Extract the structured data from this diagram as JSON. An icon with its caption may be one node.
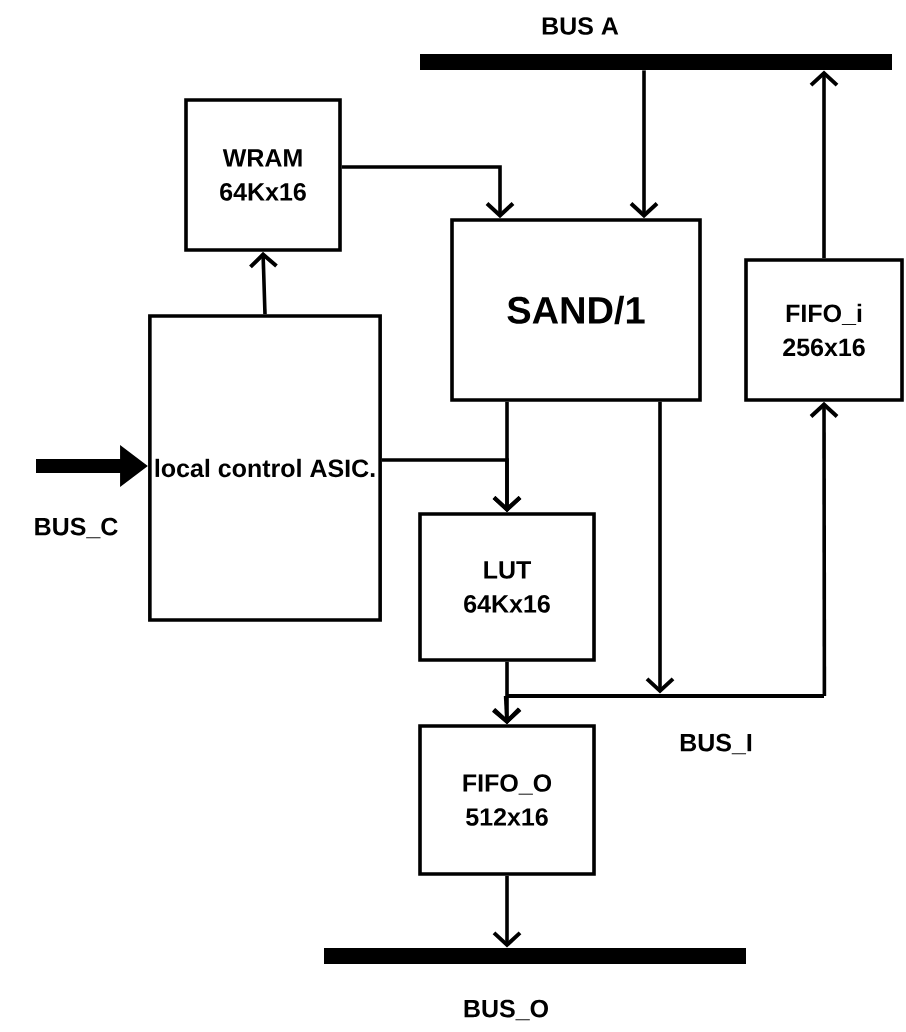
{
  "diagram": {
    "nodes": [
      {
        "text": [
          "BUS A"
        ]
      },
      {
        "text": [
          "WRAM",
          "64Kx16"
        ]
      },
      {
        "text": [
          "SAND/1"
        ]
      },
      {
        "text": [
          "FIFO_i",
          "256x16"
        ]
      },
      {
        "text": [
          "local control ASIC."
        ]
      },
      {
        "text": [
          "LUT",
          "64Kx16"
        ]
      },
      {
        "text": [
          "BUS_I"
        ]
      },
      {
        "text": [
          "FIFO_O",
          "512x16"
        ]
      },
      {
        "text": [
          "BUS_O"
        ]
      }
    ],
    "edges": [
      {
        "from": null,
        "to": 4,
        "arrow": "to",
        "label": "BUS_C",
        "style": "thick"
      },
      {
        "from": 4,
        "to": 1,
        "arrow": "to"
      },
      {
        "from": 1,
        "to": 2,
        "arrow": "to"
      },
      {
        "from": 0,
        "to": 2,
        "arrow": "to"
      },
      {
        "from": 3,
        "to": 0,
        "arrow": "to"
      },
      {
        "from": 2,
        "to": 5,
        "arrow": "to"
      },
      {
        "from": 4,
        "to": 5,
        "arrow": "to"
      },
      {
        "from": 2,
        "to": 6,
        "arrow": "to"
      },
      {
        "from": 6,
        "to": 3,
        "arrow": "to"
      },
      {
        "from": 5,
        "to": 7,
        "arrow": "to"
      },
      {
        "from": 6,
        "to": 7,
        "arrow": "to"
      },
      {
        "from": 7,
        "to": 8,
        "arrow": "to"
      }
    ]
  }
}
